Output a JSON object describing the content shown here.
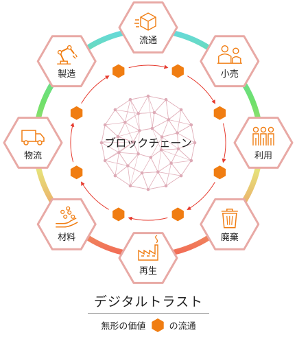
{
  "center_label": "ブロックチェーン",
  "nodes": [
    {
      "label": "流通",
      "icon": "box-icon"
    },
    {
      "label": "小売",
      "icon": "shop-staff-icon"
    },
    {
      "label": "利用",
      "icon": "people-icon"
    },
    {
      "label": "廃棄",
      "icon": "trash-can-icon"
    },
    {
      "label": "再生",
      "icon": "factory-icon"
    },
    {
      "label": "材料",
      "icon": "materials-hand-icon"
    },
    {
      "label": "物流",
      "icon": "truck-icon"
    },
    {
      "label": "製造",
      "icon": "robot-arm-icon"
    }
  ],
  "title": "デジタルトラスト",
  "legend": {
    "before": "無形の価値",
    "after": "の流通"
  },
  "colors": {
    "accent": "#f07d12",
    "hex_border": "#e8a9a5",
    "arrow": "#e63a2e",
    "network": "#e2b2bc"
  }
}
